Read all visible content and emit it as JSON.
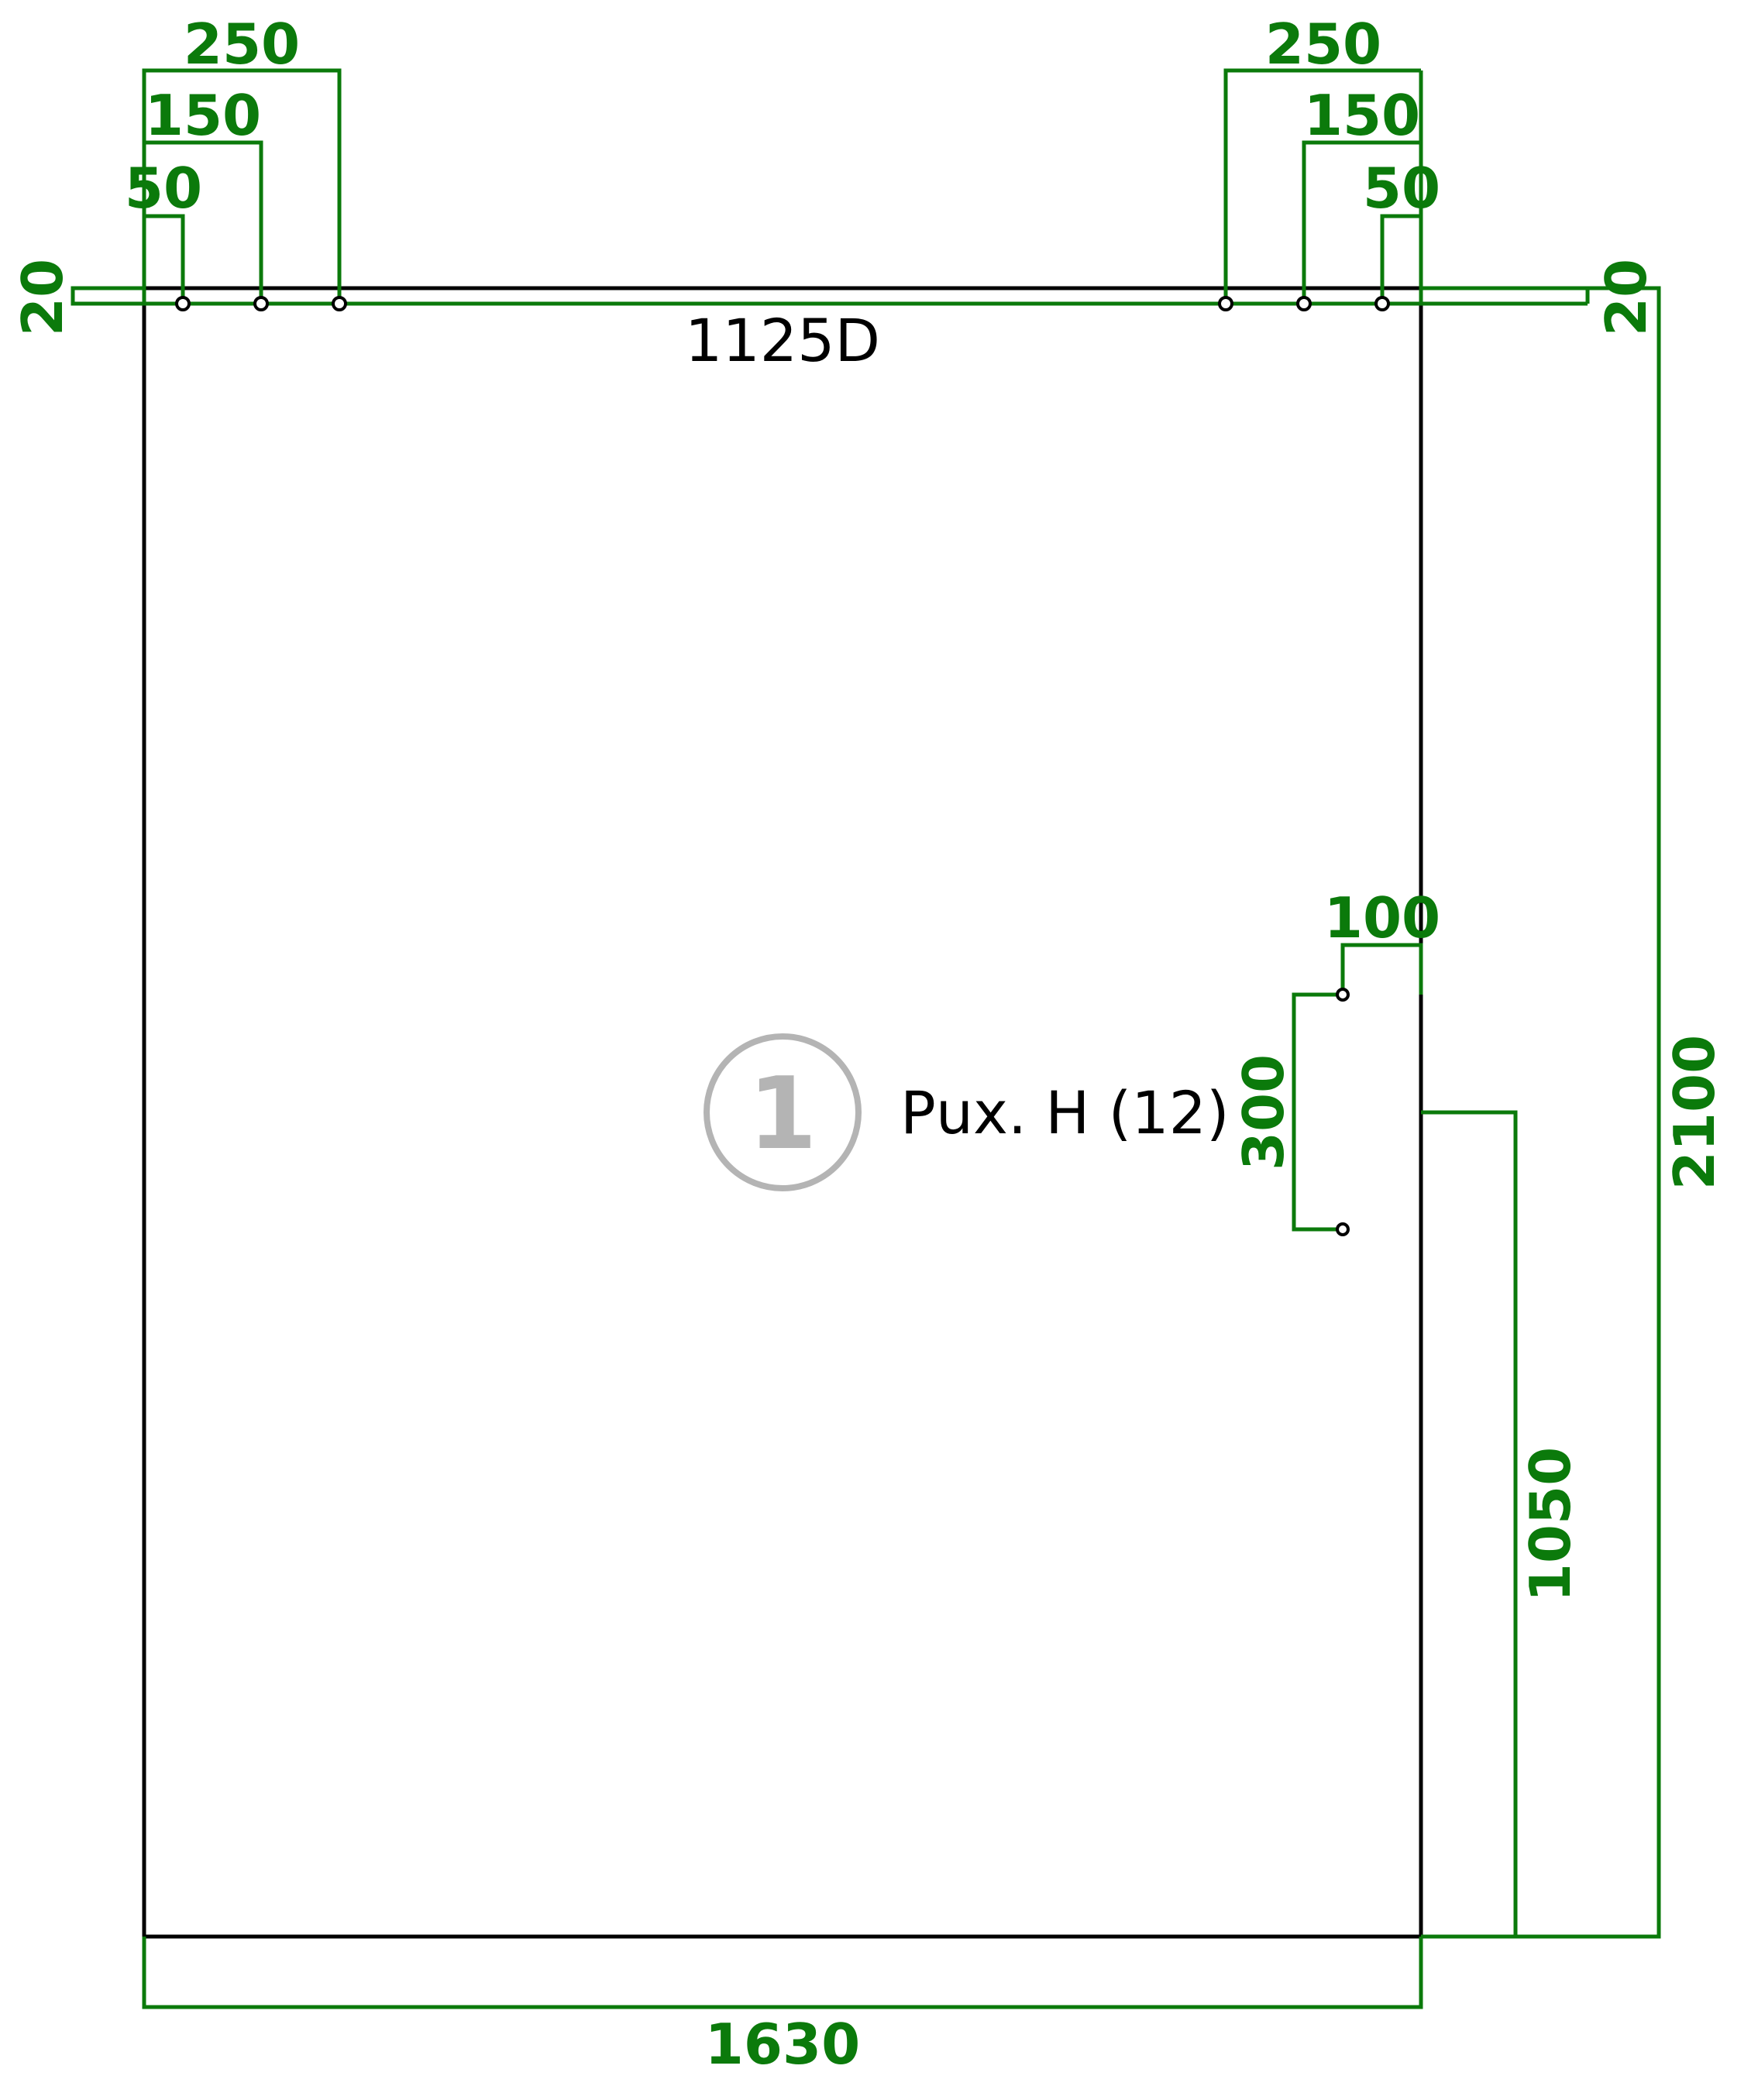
{
  "part": {
    "code": "1125D",
    "badge_number": "1",
    "description": "Рuх. Н (12)"
  },
  "dimensions": {
    "width": "1630",
    "height": "2100",
    "handle_height": "1050",
    "handle_hole_spacing": "300",
    "handle_edge_offset": "100",
    "top_left_50": "50",
    "top_left_150": "150",
    "top_left_250": "250",
    "top_right_50": "50",
    "top_right_150": "150",
    "top_right_250": "250",
    "left_edge_20": "20",
    "right_edge_20": "20"
  },
  "colors": {
    "dimension": "#0b7a0b",
    "outline": "#000000",
    "badge": "#b4b4b4"
  }
}
